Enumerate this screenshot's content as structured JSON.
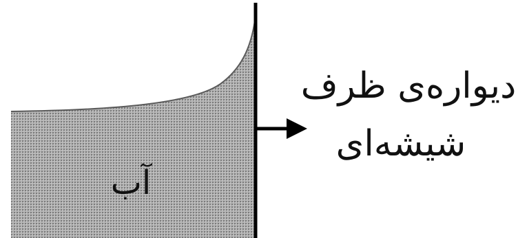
{
  "labels": {
    "water": "آب",
    "wall_line1": "دیواره‌ی ظرف",
    "wall_line2": "شیشه‌ای"
  },
  "colors": {
    "water_fill": "#b4b4b4",
    "water_dots": "#7a7a7a",
    "line": "#000000",
    "background": "#ffffff"
  }
}
